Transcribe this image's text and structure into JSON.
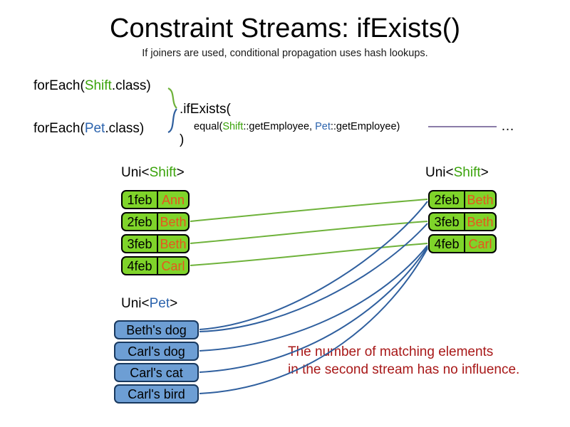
{
  "header": {
    "title": "Constraint Streams: ifExists()",
    "subtitle": "If joiners are used, conditional propagation uses hash lookups."
  },
  "code": {
    "foreach_shift_prefix": "forEach(",
    "foreach_shift_type": "Shift",
    "foreach_shift_suffix": ".class)",
    "foreach_pet_prefix": "forEach(",
    "foreach_pet_type": "Pet",
    "foreach_pet_suffix": ".class)",
    "ifexists_open": ".ifExists(",
    "equal_prefix": "equal(",
    "equal_shift": "Shift",
    "equal_mid": "::getEmployee, ",
    "equal_pet": "Pet",
    "equal_suffix": "::getEmployee)",
    "close_paren": ")",
    "ellipsis": "…"
  },
  "streams": {
    "left_shift": {
      "label_prefix": "Uni<",
      "label_type": "Shift",
      "label_suffix": ">",
      "rows": [
        {
          "date": "1feb",
          "name": "Ann"
        },
        {
          "date": "2feb",
          "name": "Beth"
        },
        {
          "date": "3feb",
          "name": "Beth"
        },
        {
          "date": "4feb",
          "name": "Carl"
        }
      ]
    },
    "right_shift": {
      "label_prefix": "Uni<",
      "label_type": "Shift",
      "label_suffix": ">",
      "rows": [
        {
          "date": "2feb",
          "name": "Beth"
        },
        {
          "date": "3feb",
          "name": "Beth"
        },
        {
          "date": "4feb",
          "name": "Carl"
        }
      ]
    },
    "left_pet": {
      "label_prefix": "Uni<",
      "label_type": "Pet",
      "label_suffix": ">",
      "rows": [
        {
          "text": "Beth's dog"
        },
        {
          "text": "Carl's dog"
        },
        {
          "text": "Carl's cat"
        },
        {
          "text": "Carl's bird"
        }
      ]
    }
  },
  "annotation": {
    "line1": "The number of matching elements",
    "line2": "in the second stream has no influence."
  },
  "colors": {
    "shift_green": "#7fd42a",
    "shift_name_orange": "#e8561e",
    "pet_blue": "#6d9ed4",
    "pet_border": "#18385e",
    "type_green": "#3aa30a",
    "type_blue": "#2b63ad",
    "annotation_red": "#a81818",
    "connector_green": "#6eb23a",
    "connector_blue": "#2f5f9e",
    "joiner_line": "#8a7ca8"
  }
}
